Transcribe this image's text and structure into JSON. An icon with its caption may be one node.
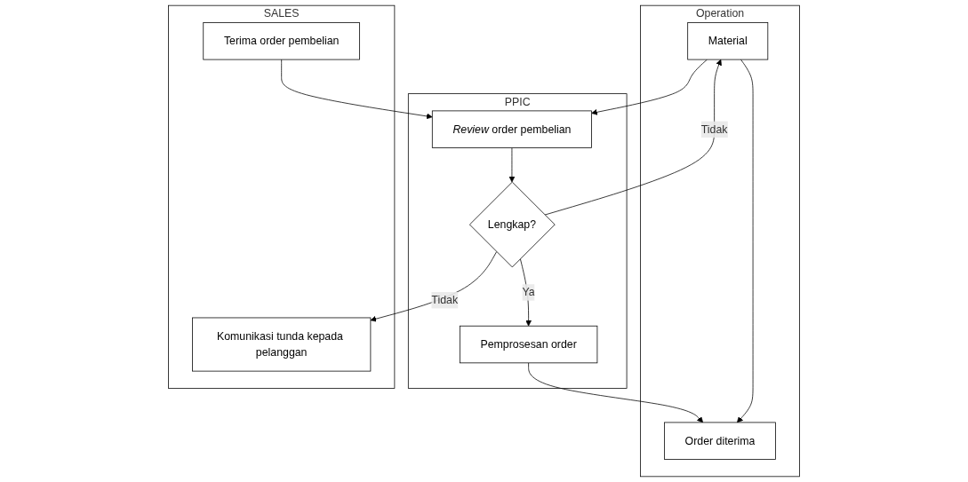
{
  "diagram": {
    "nodes": [
      {
        "text": [
          "Operation"
        ]
      },
      {
        "text": [
          "Material"
        ],
        "in": 0
      },
      {
        "text": [
          "Order diterima"
        ],
        "in": 0
      },
      {
        "text": [
          "PPIC"
        ]
      },
      {
        "text": [
          "*Review* order pembelian"
        ],
        "in": 3
      },
      {
        "text": [
          "Lengkap?"
        ],
        "in": 3
      },
      {
        "text": [
          "Pemprosesan order"
        ],
        "in": 3
      },
      {
        "text": [
          "SALES"
        ]
      },
      {
        "text": [
          "Terima order pembelian"
        ],
        "in": 7
      },
      {
        "text": [
          "Komunikasi tunda kepada pelanggan"
        ],
        "in": 7
      }
    ],
    "edges": [
      {
        "from": 8,
        "to": 4,
        "arrow": "to"
      },
      {
        "from": 4,
        "to": 5,
        "arrow": "to"
      },
      {
        "from": 5,
        "to": 6,
        "arrow": "to",
        "label": "Ya"
      },
      {
        "from": 5,
        "to": 1,
        "arrow": "to",
        "label": "Tidak"
      },
      {
        "from": 5,
        "to": 9,
        "arrow": "to",
        "label": "Tidak"
      },
      {
        "from": 1,
        "to": 2,
        "arrow": "to"
      },
      {
        "from": 1,
        "to": 4,
        "arrow": "to"
      },
      {
        "from": 6,
        "to": 2,
        "arrow": "to"
      }
    ]
  }
}
